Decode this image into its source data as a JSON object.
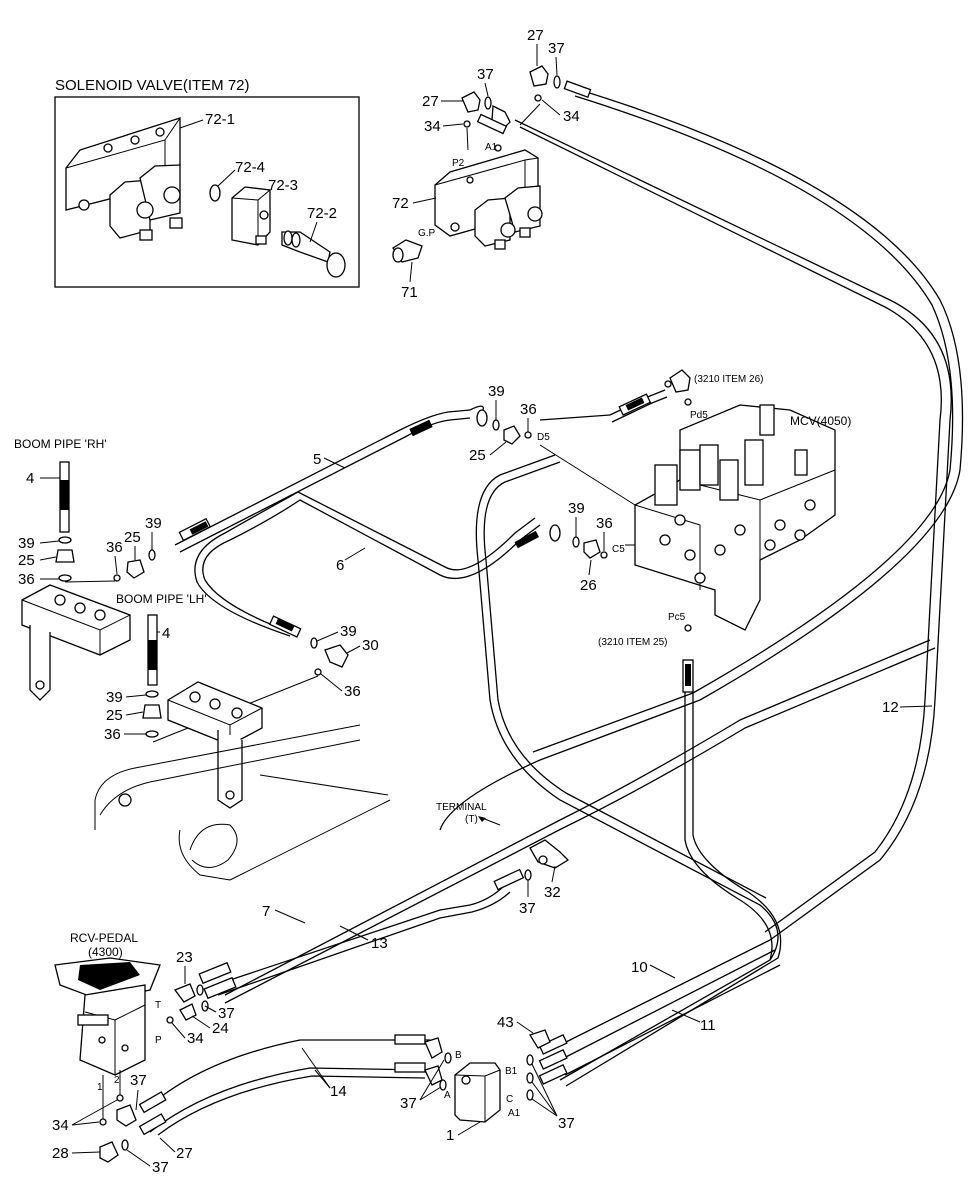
{
  "inset": {
    "title": "SOLENOID VALVE(ITEM 72)",
    "labels": [
      "72-1",
      "72-4",
      "72-3",
      "72-2"
    ]
  },
  "callouts": {
    "n27a": "27",
    "n37a": "37",
    "n37b": "37",
    "n27b": "27",
    "n34a": "34",
    "n34b": "34",
    "n72": "72",
    "n71": "71",
    "n39a": "39",
    "n36a": "36",
    "n25a": "25",
    "n5": "5",
    "n6": "6",
    "n4a": "4",
    "n39b": "39",
    "n25b": "25",
    "n36b": "36",
    "n36c": "36",
    "n25c": "25",
    "n39c": "39",
    "n4b": "4",
    "n39d": "39",
    "n30": "30",
    "n36d": "36",
    "n39e": "39",
    "n25d": "25",
    "n36e": "36",
    "n39f": "39",
    "n36f": "36",
    "n26": "26",
    "n12": "12",
    "n32": "32",
    "n37c": "37",
    "n7": "7",
    "n13": "13",
    "n23": "23",
    "n37d": "37",
    "n24": "24",
    "n34c": "34",
    "n10": "10",
    "n11": "11",
    "n43": "43",
    "n14": "14",
    "n37e": "37",
    "n37f": "37",
    "n1": "1",
    "n37g": "37",
    "n34d": "34",
    "n28": "28",
    "n37h": "37",
    "n27c": "27"
  },
  "text_labels": {
    "boom_rh": "BOOM PIPE 'RH'",
    "boom_lh": "BOOM PIPE 'LH'",
    "mcv": "MCV(4050)",
    "item26": "(3210 ITEM 26)",
    "item25": "(3210 ITEM 25)",
    "terminal": "TERMINAL",
    "terminal_t": "(T)",
    "rcv": "RCV-PEDAL",
    "rcv_num": "(4300)",
    "port_p2": "P2",
    "port_a1": "A1",
    "port_gp": "G.P",
    "port_pd5": "Pd5",
    "port_d5": "D5",
    "port_c5": "C5",
    "port_pc5": "Pc5",
    "port_t": "T",
    "port_p": "P",
    "port_1": "1",
    "port_2": "2",
    "port_b": "B",
    "port_b1": "B1",
    "port_a": "A",
    "port_c": "C",
    "port_a1b": "A1"
  }
}
